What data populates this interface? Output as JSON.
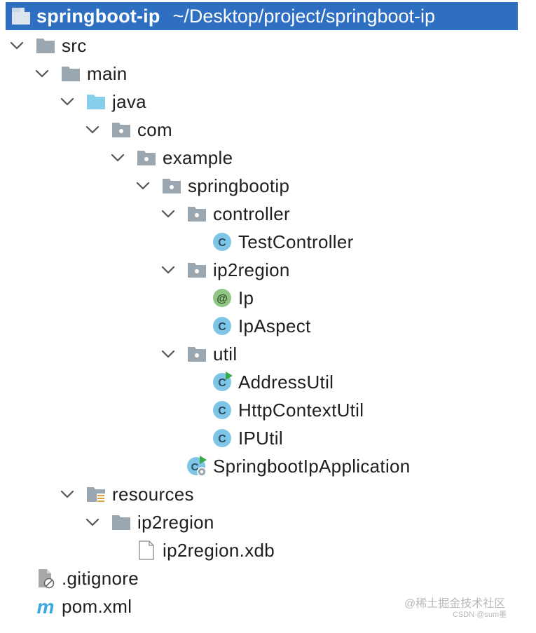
{
  "header": {
    "project_name": "springboot-ip",
    "project_path": "~/Desktop/project/springboot-ip"
  },
  "tree": [
    {
      "label": "src",
      "depth": 0,
      "expandable": true,
      "icon": "folder-icon"
    },
    {
      "label": "main",
      "depth": 1,
      "expandable": true,
      "icon": "folder-icon"
    },
    {
      "label": "java",
      "depth": 2,
      "expandable": true,
      "icon": "source-folder-icon"
    },
    {
      "label": "com",
      "depth": 3,
      "expandable": true,
      "icon": "package-icon"
    },
    {
      "label": "example",
      "depth": 4,
      "expandable": true,
      "icon": "package-icon"
    },
    {
      "label": "springbootip",
      "depth": 5,
      "expandable": true,
      "icon": "package-icon"
    },
    {
      "label": "controller",
      "depth": 6,
      "expandable": true,
      "icon": "package-icon"
    },
    {
      "label": "TestController",
      "depth": 7,
      "expandable": false,
      "icon": "class-icon"
    },
    {
      "label": "ip2region",
      "depth": 6,
      "expandable": true,
      "icon": "package-icon"
    },
    {
      "label": "Ip",
      "depth": 7,
      "expandable": false,
      "icon": "annotation-icon"
    },
    {
      "label": "IpAspect",
      "depth": 7,
      "expandable": false,
      "icon": "class-icon"
    },
    {
      "label": "util",
      "depth": 6,
      "expandable": true,
      "icon": "package-icon"
    },
    {
      "label": "AddressUtil",
      "depth": 7,
      "expandable": false,
      "icon": "runnable-class-icon"
    },
    {
      "label": "HttpContextUtil",
      "depth": 7,
      "expandable": false,
      "icon": "class-icon"
    },
    {
      "label": "IPUtil",
      "depth": 7,
      "expandable": false,
      "icon": "class-icon"
    },
    {
      "label": "SpringbootIpApplication",
      "depth": 6,
      "expandable": false,
      "icon": "spring-boot-application-icon"
    },
    {
      "label": "resources",
      "depth": 2,
      "expandable": true,
      "icon": "resources-folder-icon"
    },
    {
      "label": "ip2region",
      "depth": 3,
      "expandable": true,
      "icon": "folder-icon"
    },
    {
      "label": "ip2region.xdb",
      "depth": 4,
      "expandable": false,
      "icon": "file-icon"
    },
    {
      "label": ".gitignore",
      "depth": 0,
      "expandable": false,
      "icon": "ignored-file-icon"
    },
    {
      "label": "pom.xml",
      "depth": 0,
      "expandable": false,
      "icon": "maven-icon"
    }
  ],
  "watermark": {
    "line1": "@稀土掘金技术社区",
    "line2": "CSDN @sum墨"
  },
  "colors": {
    "header_bg": "#2e6fc2",
    "folder": "#9aa7b0",
    "source_folder": "#87ceeb",
    "class_badge": "#7fc6e6",
    "annotation_badge": "#8fc683",
    "run_marker": "#3aa84a",
    "maven": "#3aa8e0"
  }
}
